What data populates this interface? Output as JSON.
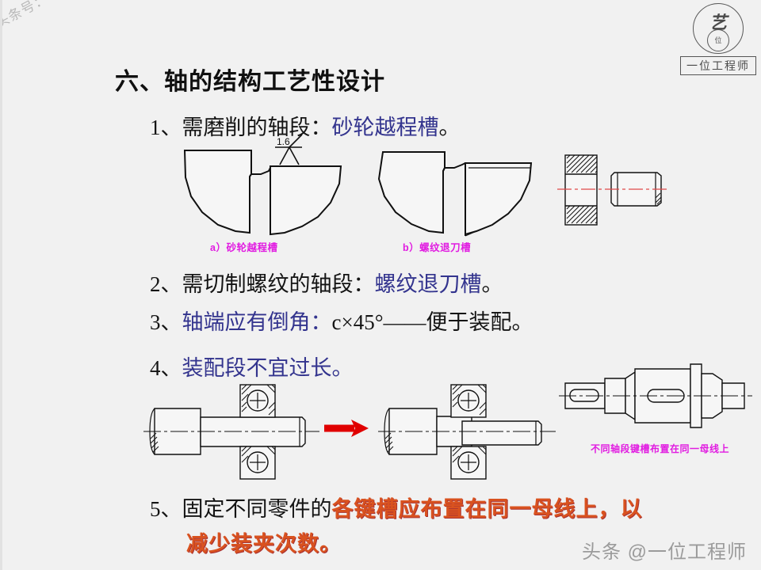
{
  "slide": {
    "background_color": "#f1f1f1",
    "title": "六、轴的结构工艺性设计"
  },
  "watermarks": {
    "top_left": "头条号：一位工程师",
    "bottom_right": "头条 @一位工程师",
    "logo_badge_text": "一位工程师",
    "logo_glyph": "艺",
    "logo_inner_glyph": "位"
  },
  "colors": {
    "title": "#101010",
    "body_text": "#141414",
    "accent_blue": "#33348e",
    "accent_magenta": "#e11ce1",
    "accent_orange": "#d9521f",
    "arrow_red": "#e00000",
    "centerline_red": "#e04a4a"
  },
  "items": [
    {
      "number": "1、",
      "lead": "需磨削的轴段：",
      "highlight": "砂轮越程槽",
      "tail": "。"
    },
    {
      "number": "2、",
      "lead": "需切制螺纹的轴段：",
      "highlight": "螺纹退刀槽",
      "tail": "。"
    },
    {
      "number": "3、",
      "lead": "轴端应有倒角：",
      "value": "c×45°",
      "dash": "——",
      "tail": "便于装配。"
    },
    {
      "number": "4、",
      "lead": "装配段不宜过长。"
    },
    {
      "number": "5、",
      "lead": "固定不同零件的",
      "highlight_line1": "各键槽应布置在同一母线上，以",
      "highlight_line2": "减少装夹次数。"
    }
  ],
  "figures": {
    "groove_a": {
      "caption": "a）砂轮越程槽",
      "roughness_value": "1.6",
      "description": "grinding-wheel-undercut-groove"
    },
    "groove_b": {
      "caption": "b）螺纹退刀槽",
      "description": "thread-relief-groove"
    },
    "chamfer": {
      "description": "bore-and-chamfered-shaft-assembly"
    },
    "shaft_long": {
      "description": "shaft-with-long-fitting-section-bearing"
    },
    "shaft_short": {
      "description": "shaft-with-short-fitting-section-bearing"
    },
    "keyway_shaft": {
      "caption": "不同轴段键槽布置在同一母线上",
      "description": "stepped-shaft-with-aligned-keyways"
    }
  }
}
